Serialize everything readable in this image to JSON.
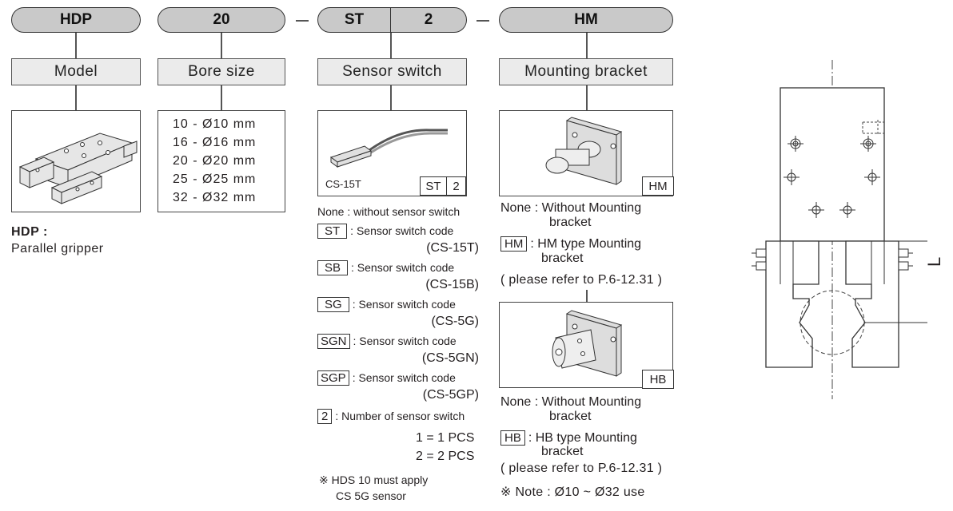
{
  "order_codes": {
    "model": "HDP",
    "bore": "20",
    "sensor_type": "ST",
    "sensor_count": "2",
    "bracket": "HM"
  },
  "labels": {
    "model": "Model",
    "bore": "Bore size",
    "sensor": "Sensor switch",
    "bracket": "Mounting bracket"
  },
  "model": {
    "code": "HDP :",
    "description": "Parallel gripper"
  },
  "bore_sizes": [
    "10 - Ø10 mm",
    "16 - Ø16 mm",
    "20 - Ø20 mm",
    "25 - Ø25 mm",
    "32 - Ø32 mm"
  ],
  "sensor": {
    "image_caption": "CS-15T",
    "image_tag_type": "ST",
    "image_tag_count": "2",
    "none_text": "None : without sensor switch",
    "options": [
      {
        "code": "ST",
        "line1": ": Sensor switch code",
        "line2": "(CS-15T)"
      },
      {
        "code": "SB",
        "line1": ": Sensor switch code",
        "line2": "(CS-15B)"
      },
      {
        "code": "SG",
        "line1": ": Sensor switch code",
        "line2": "(CS-5G)"
      },
      {
        "code": "SGN",
        "line1": ": Sensor switch code",
        "line2": "(CS-5GN)"
      },
      {
        "code": "SGP",
        "line1": ": Sensor switch code",
        "line2": "(CS-5GP)"
      }
    ],
    "count_code": "2",
    "count_text": ": Number of sensor switch",
    "count_values": [
      "1 = 1  PCS",
      "2 = 2  PCS"
    ],
    "note_line1": "※ HDS 10 must apply",
    "note_line2": "CS 5G sensor"
  },
  "bracket": {
    "hm_tag": "HM",
    "hm_none_line1": "None : Without Mounting",
    "hm_none_line2": "bracket",
    "hm_code": "HM",
    "hm_line1": ": HM type Mounting",
    "hm_line2": "bracket",
    "hm_refer": "( please refer to P.6-12.31 )",
    "hb_tag": "HB",
    "hb_none_line1": "None : Without Mounting",
    "hb_none_line2": "bracket",
    "hb_code": "HB",
    "hb_line1": ": HB type Mounting",
    "hb_line2": "bracket",
    "hb_refer": "( please refer to P.6-12.31 )",
    "note": "※ Note : Ø10 ~ Ø32 use"
  },
  "drawing": {
    "dimension_label": "L"
  }
}
